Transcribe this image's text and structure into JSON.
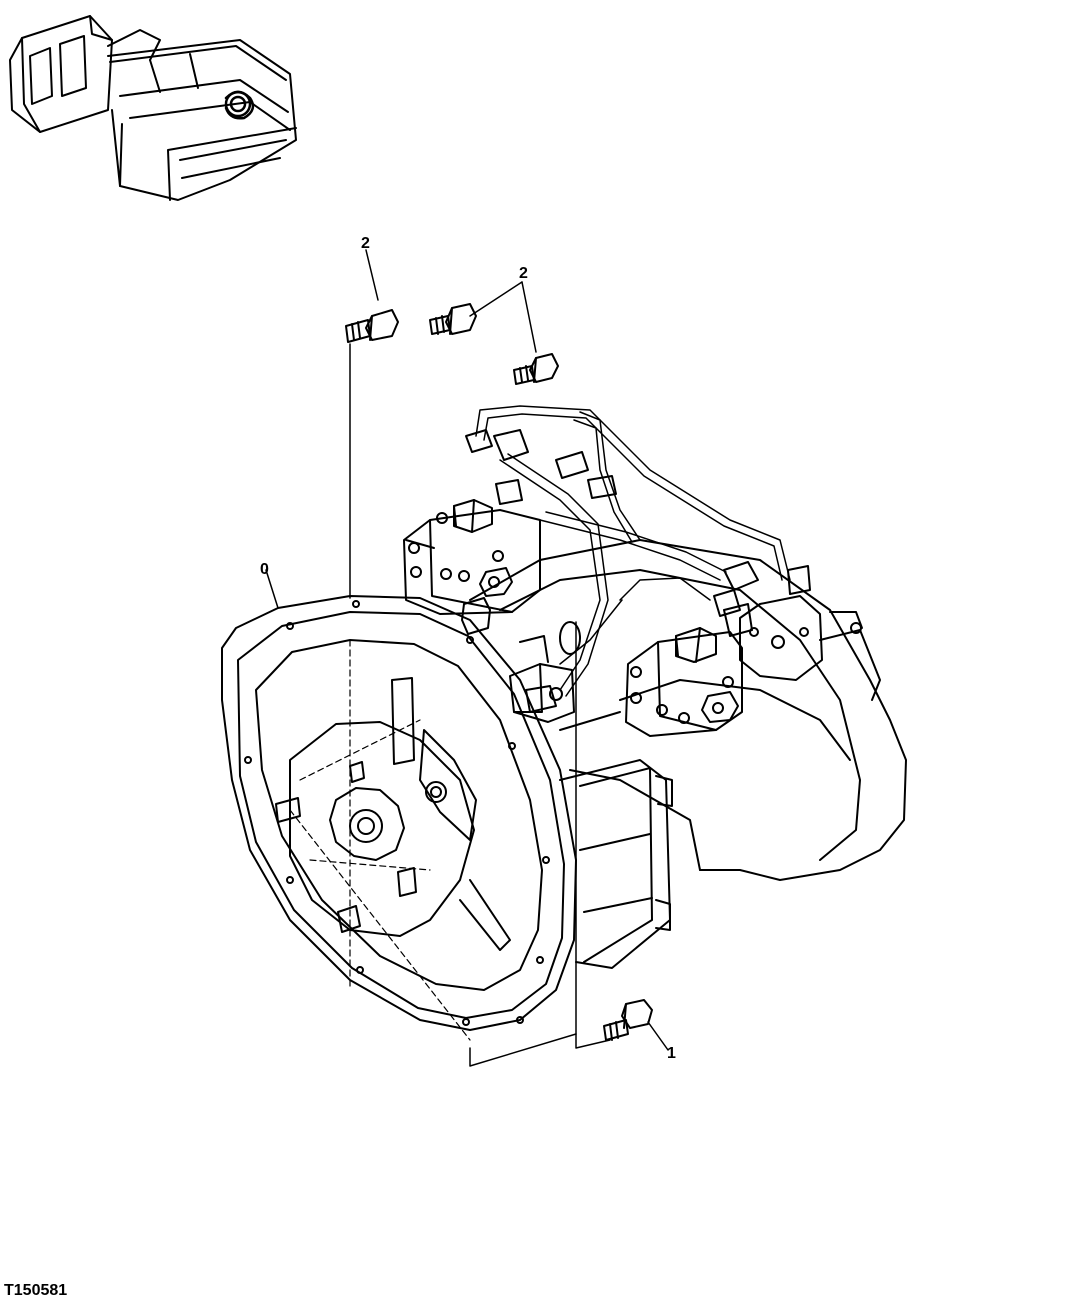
{
  "figure": {
    "id": "T150581"
  },
  "callouts": {
    "label_0": "0",
    "label_1": "1",
    "label_2a": "2",
    "label_2b": "2"
  },
  "colors": {
    "line": "#000000",
    "background": "#ffffff"
  }
}
